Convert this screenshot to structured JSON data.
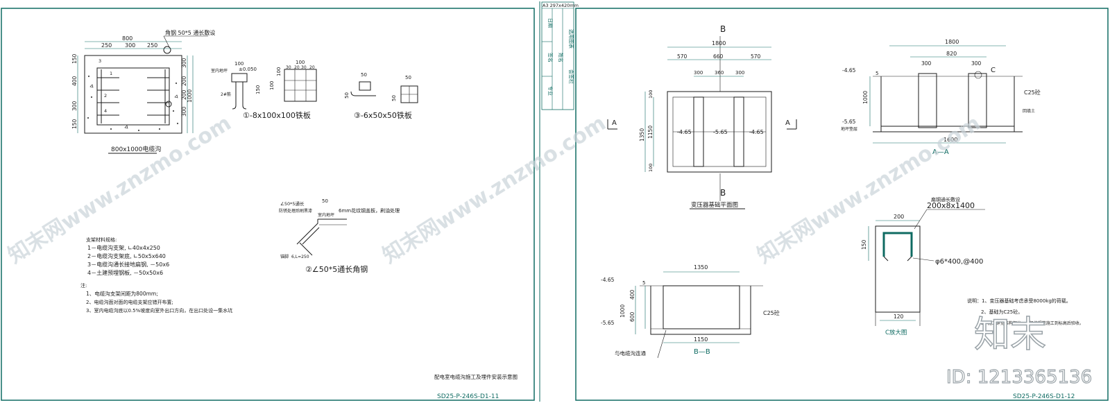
{
  "colors": {
    "frame": "#0f6b62",
    "line": "#1a1a1a",
    "watermark": "#c9d3d8"
  },
  "sheet1": {
    "trench": {
      "dims_top": [
        "800",
        "250",
        "300",
        "250"
      ],
      "dims_left": [
        "150",
        "400",
        "300",
        "150"
      ],
      "dims_right": [
        "300",
        "200",
        "200",
        "300",
        "1000"
      ],
      "angle_note": "角钢 50*5 通长敷设",
      "item_labels": [
        "1",
        "2",
        "3",
        "4"
      ],
      "caption": "800x1000电缆沟"
    },
    "plate1": {
      "label_room": "室内地坪",
      "label_level": "±0.050",
      "label_face": "2#筋",
      "dims": [
        "100",
        "100",
        "150",
        "100",
        "100",
        "30",
        "20",
        "30",
        "20"
      ],
      "caption": "①-8x100x100铁板"
    },
    "plate3": {
      "dims": [
        "50",
        "50",
        "50",
        "50"
      ],
      "caption": "③-6x50x50铁板"
    },
    "angle": {
      "note1": "∠50*5通长",
      "note2": "防锈处理后刷黑漆",
      "note3": "室内地坪",
      "note4": "6mm花纹钢盖板，刷油处理",
      "note5": "锚脚",
      "note6": "6,L=250",
      "dim": "50",
      "caption": "②∠50*5通长角钢"
    },
    "materials": {
      "title": "支架材料规格:",
      "items": [
        "1－电缆沟支架, ∟40x4x250",
        "2－电缆沟支架底, ∟50x5x640",
        "3－电缆沟通长接地扁钢, －50x6",
        "4－土建预埋钢板, －50x50x6"
      ]
    },
    "notes": {
      "title": "注:",
      "items": [
        "1、电缆沟支架间距为800mm;",
        "2、电缆沟面对面的电缆支架应错开布置;",
        "3、室内电缆沟底以0.5%坡度向室外出口方向，在出口处设一集水坑"
      ]
    },
    "title_block": "配电室电缆沟施工及埋件安装示意图",
    "drawing_no": "SD25-P-246S-D1-11"
  },
  "margin_strip": {
    "paper": "A3 297x420mm",
    "col1": [
      "日期",
      "签名",
      "专业"
    ],
    "col2": [
      "姓名"
    ],
    "col3": [
      "会签栏",
      "选用图表"
    ]
  },
  "sheet2": {
    "plan": {
      "section_mark_b": "B",
      "section_mark_a": "A",
      "dims_top": [
        "1800",
        "570",
        "660",
        "570"
      ],
      "dims_inner": [
        "300",
        "360",
        "300"
      ],
      "dims_left": [
        "1350",
        "1150",
        "100",
        "100"
      ],
      "levels": [
        "-4.65",
        "-5.65",
        "-4.65"
      ],
      "caption": "变压器基础平面图"
    },
    "section_aa": {
      "dims_top": [
        "1800",
        "820",
        "300",
        "300"
      ],
      "levels": [
        "-4.65",
        "-5.65"
      ],
      "left_dims": [
        "1000",
        "5"
      ],
      "notes": [
        "C25砼",
        "回填土",
        "地坪垫层"
      ],
      "mark_c": "C",
      "dim_bottom": "1600",
      "caption": "A—A"
    },
    "section_bb": {
      "dim_top": "1350",
      "levels": [
        "-4.65",
        "-5.65"
      ],
      "left_dims": [
        "1000",
        "400",
        "600",
        "5"
      ],
      "note": "C25砼",
      "link_note": "与电缆沟连通",
      "dim_bottom": "1150",
      "caption": "B—B"
    },
    "detail_c": {
      "note1": "扁钢通长敷设",
      "note2": "200x8x1400",
      "dim_top": "200",
      "dim_left": "150",
      "rebar": "φ6*400,@400",
      "dim_bottom": "120",
      "caption": "C放大图"
    },
    "explain": {
      "lines": [
        "说明：1、变压器基础考虑承受8000kg的荷载。",
        "2、基础为C25砼。",
        "3、施工详见结构部分，一般按规范施工到标高后验收。"
      ]
    },
    "drawing_no": "SD25-P-246S-D1-12"
  },
  "watermark": {
    "text": "知末网www.znzmo.com",
    "logo": "知末",
    "id_label": "ID: 1213365136"
  }
}
